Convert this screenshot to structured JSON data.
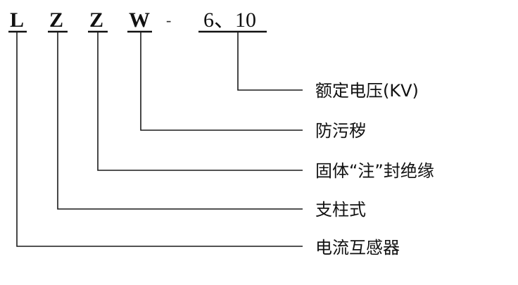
{
  "code": {
    "letters": [
      "L",
      "Z",
      "Z",
      "W"
    ],
    "dash": "-",
    "rating": "6、10"
  },
  "labels": {
    "rated_voltage": "额定电压(KV)",
    "anti_pollution": "防污秽",
    "solid_encapsulation": "固体“注”封绝缘",
    "post_type": "支柱式",
    "current_transformer": "电流互感器"
  }
}
